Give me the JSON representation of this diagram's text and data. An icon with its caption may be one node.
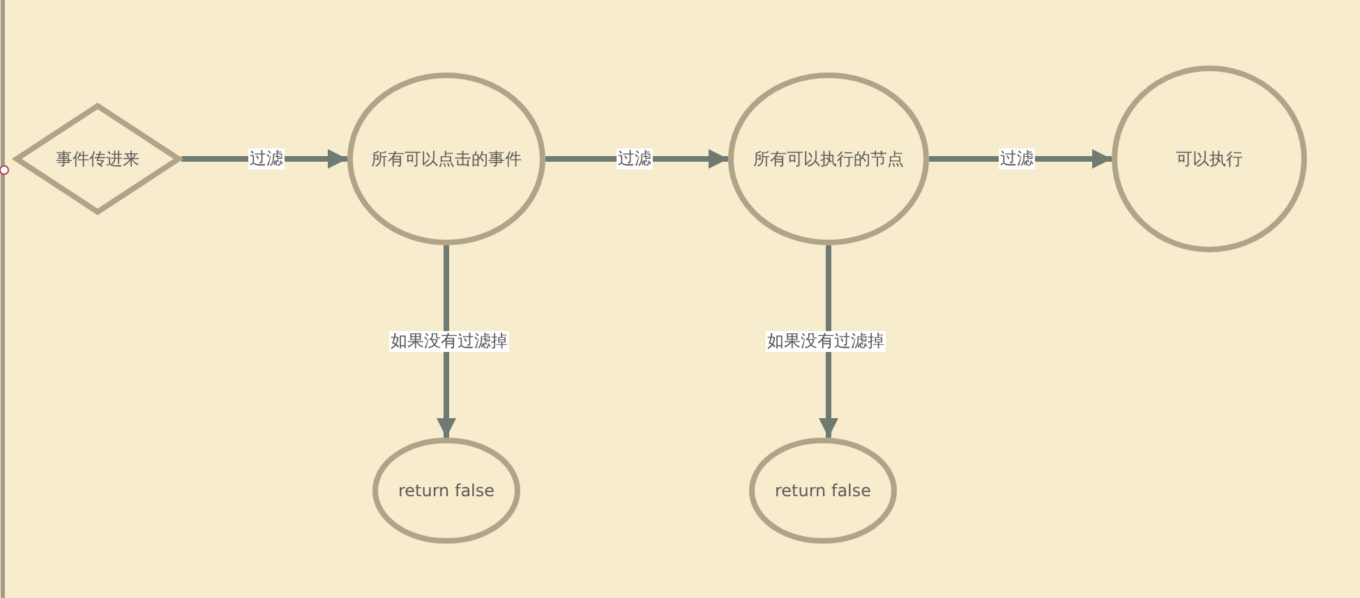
{
  "diagram": {
    "nodes": [
      {
        "text": [
          "事件传进来"
        ]
      },
      {
        "text": [
          "所有可以点击的事件"
        ]
      },
      {
        "text": [
          "所有可以执行的节点"
        ]
      },
      {
        "text": [
          "可以执行"
        ]
      },
      {
        "text": [
          "return false"
        ]
      },
      {
        "text": [
          "return false"
        ]
      }
    ],
    "edges": [
      {
        "from": 0,
        "to": 1,
        "arrow": "to",
        "label": "过滤"
      },
      {
        "from": 1,
        "to": 2,
        "arrow": "to",
        "label": "过滤"
      },
      {
        "from": 2,
        "to": 3,
        "arrow": "to",
        "label": "过滤"
      },
      {
        "from": 1,
        "to": 4,
        "arrow": "to",
        "label": "如果没有过滤掉"
      },
      {
        "from": 2,
        "to": 5,
        "arrow": "to",
        "label": "如果没有过滤掉"
      }
    ]
  }
}
